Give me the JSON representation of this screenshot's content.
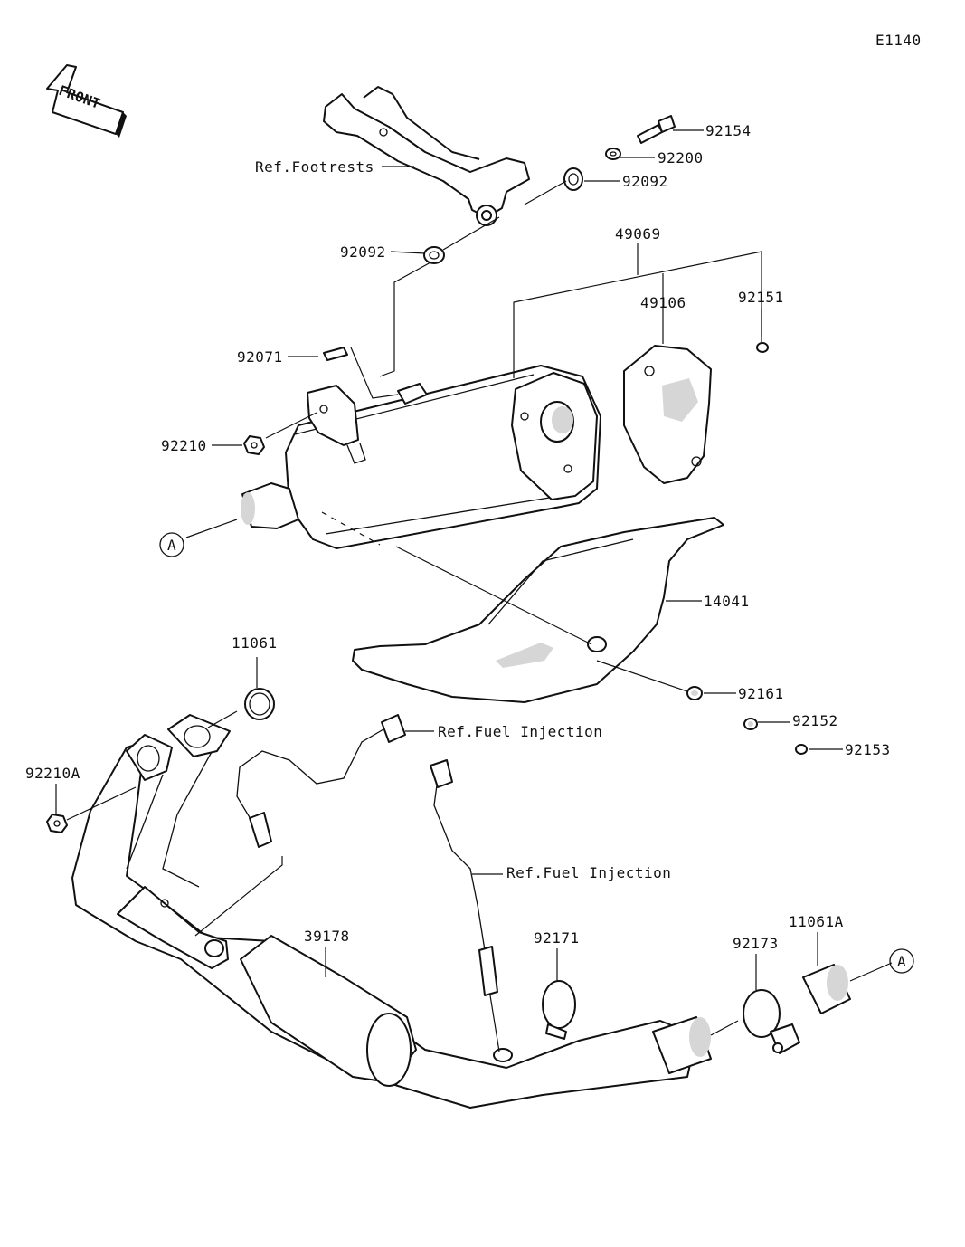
{
  "diagram_code": "E1140",
  "front_label": "FRONT",
  "labels": {
    "p92154": "92154",
    "p92200": "92200",
    "p92092_top": "92092",
    "ref_footrests": "Ref.Footrests",
    "p92092_left": "92092",
    "p49069": "49069",
    "p49106": "49106",
    "p92151": "92151",
    "p92071": "92071",
    "p92210": "92210",
    "ref_a_left": "A",
    "p14041": "14041",
    "p11061": "11061",
    "ref_fuel_injection_1": "Ref.Fuel Injection",
    "p92161": "92161",
    "p92152": "92152",
    "p92153": "92153",
    "p92210A": "92210A",
    "ref_fuel_injection_2": "Ref.Fuel Injection",
    "p39178": "39178",
    "p92171": "92171",
    "p92173": "92173",
    "p11061A": "11061A",
    "ref_a_right": "A"
  }
}
